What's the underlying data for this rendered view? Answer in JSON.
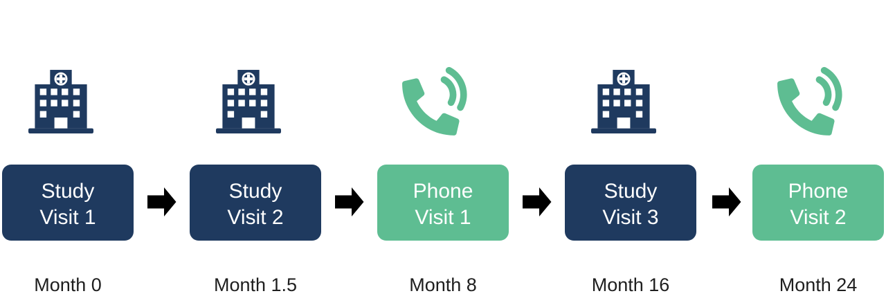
{
  "steps": [
    {
      "icon": "hospital-icon",
      "type": "study",
      "label_line1": "Study",
      "label_line2": "Visit 1",
      "month": "Month 0"
    },
    {
      "icon": "hospital-icon",
      "type": "study",
      "label_line1": "Study",
      "label_line2": "Visit 2",
      "month": "Month 1.5"
    },
    {
      "icon": "phone-icon",
      "type": "phone",
      "label_line1": "Phone",
      "label_line2": "Visit 1",
      "month": "Month 8"
    },
    {
      "icon": "hospital-icon",
      "type": "study",
      "label_line1": "Study",
      "label_line2": "Visit 3",
      "month": "Month 16"
    },
    {
      "icon": "phone-icon",
      "type": "phone",
      "label_line1": "Phone",
      "label_line2": "Visit 2",
      "month": "Month 24"
    }
  ],
  "arrows": [
    {
      "icon": "right-arrow-icon"
    },
    {
      "icon": "right-arrow-icon"
    },
    {
      "icon": "right-arrow-icon"
    },
    {
      "icon": "right-arrow-icon"
    }
  ],
  "colors": {
    "study_box": "#1F3A5F",
    "phone_box": "#5EBD92",
    "arrow_fill": "#DBDBDB",
    "arrow_border": "#8FC3A9",
    "box_text": "#FFFFFF",
    "month_text": "#1E1E1E",
    "page_bg": "#FFFFFF"
  }
}
